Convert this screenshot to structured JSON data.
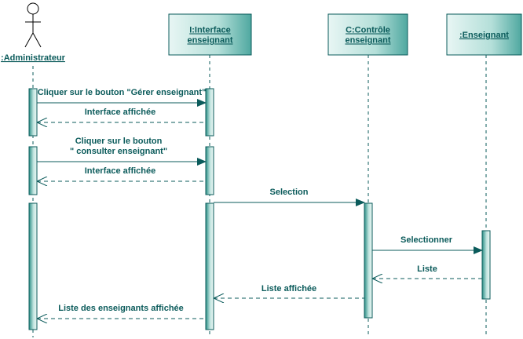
{
  "participants": [
    {
      "id": "admin",
      "kind": "actor",
      "label": ":Administrateur"
    },
    {
      "id": "iface",
      "kind": "box",
      "lines": [
        "I:Interface",
        "enseignant"
      ]
    },
    {
      "id": "ctrl",
      "kind": "box",
      "lines": [
        "C:Contrôle",
        "enseignant"
      ]
    },
    {
      "id": "ens",
      "kind": "box",
      "lines": [
        ":Enseignant"
      ]
    }
  ],
  "messages": [
    {
      "id": "m1",
      "type": "sync",
      "lines": [
        "Cliquer sur le bouton \"Gérer enseignant\""
      ]
    },
    {
      "id": "m2",
      "type": "return",
      "lines": [
        "Interface affichée"
      ]
    },
    {
      "id": "m3",
      "type": "sync",
      "lines": [
        "Cliquer sur le bouton",
        "\" consulter enseignant\""
      ]
    },
    {
      "id": "m4",
      "type": "return",
      "lines": [
        "Interface affichée"
      ]
    },
    {
      "id": "m5",
      "type": "sync",
      "lines": [
        "Selection"
      ]
    },
    {
      "id": "m6",
      "type": "sync",
      "lines": [
        "Selectionner"
      ]
    },
    {
      "id": "m7",
      "type": "return",
      "lines": [
        "Liste"
      ]
    },
    {
      "id": "m8",
      "type": "return",
      "lines": [
        "Liste affichée"
      ]
    },
    {
      "id": "m9",
      "type": "return",
      "lines": [
        "Liste des enseignants affichée"
      ]
    }
  ],
  "colors": {
    "stroke": "#0b5b5b",
    "fill_light": "#e6f4f2",
    "fill_dark": "#2b8f86",
    "text": "#0b5b5b"
  }
}
